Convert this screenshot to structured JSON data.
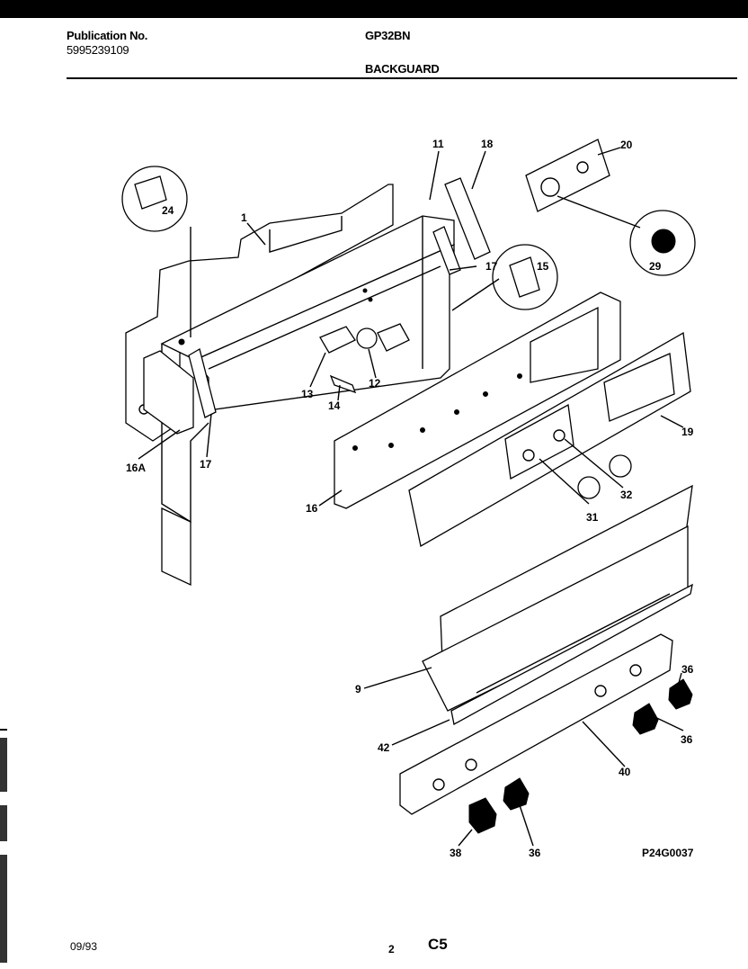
{
  "header": {
    "publication_label": "Publication No.",
    "publication_number": "5995239109",
    "model": "GP32BN",
    "section": "BACKGUARD"
  },
  "footer": {
    "date": "09/93",
    "page": "2",
    "code": "C5"
  },
  "drawing_id": "P24G0037",
  "callouts": [
    "1",
    "11",
    "18",
    "20",
    "24",
    "17",
    "15",
    "29",
    "13",
    "12",
    "14",
    "16A",
    "17",
    "16",
    "19",
    "31",
    "32",
    "9",
    "36",
    "36",
    "42",
    "40",
    "38",
    "36"
  ]
}
